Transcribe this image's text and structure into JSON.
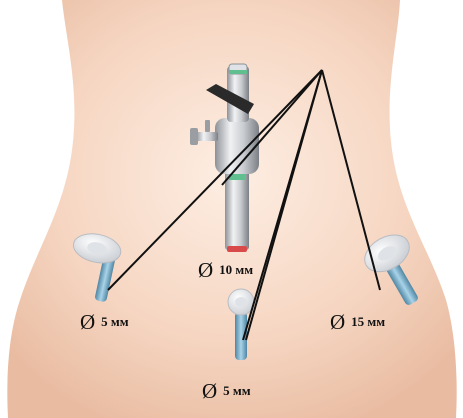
{
  "colors": {
    "skin_light": "#fbe6d8",
    "skin_mid": "#f3cdb6",
    "skin_shadow": "#e4b39a",
    "metal_light": "#e9eaec",
    "metal_dark": "#8d9196",
    "port_head": "#f2f4f7",
    "port_shaft": "#7fb4cf",
    "gauge_green": "#5fbf8f",
    "tip_red": "#d94a4a",
    "line": "#111111"
  },
  "labels": {
    "center_port": {
      "symbol": "Ø",
      "text": "10 мм"
    },
    "left_port": {
      "symbol": "Ø",
      "text": "5 мм"
    },
    "lower_port": {
      "symbol": "Ø",
      "text": "5 мм"
    },
    "right_port": {
      "symbol": "Ø",
      "text": "15 мм"
    }
  }
}
